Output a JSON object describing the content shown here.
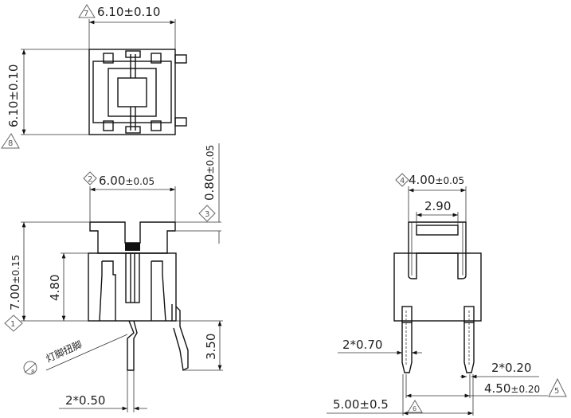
{
  "top_view": {
    "width_dim": "6.10±0.10",
    "width_marker": "7",
    "height_dim": "6.10±0.10",
    "height_marker": "8"
  },
  "side_view": {
    "width_dim_main": "6.00",
    "width_dim_tol": "±0.05",
    "width_marker": "2",
    "cap_dim_main": "0.80",
    "cap_dim_tol": "±0.05",
    "cap_marker": "3",
    "height_dim_main": "7.00",
    "height_dim_tol": "±0.15",
    "height_marker": "1",
    "body_height_dim": "4.80",
    "lead_length_dim": "3.50",
    "lead_width_dim": "2*0.50",
    "note": "灯脚扭脚",
    "note_marker": "8"
  },
  "front_view": {
    "width_dim_main": "4.00",
    "width_dim_tol": "±0.05",
    "width_marker": "4",
    "inner_width_dim": "2.90",
    "lead_width_dim": "2*0.70",
    "lead_thickness_dim": "2*0.20",
    "pitch_dim_main": "4.50",
    "pitch_dim_tol": "±0.20",
    "pitch_marker": "5",
    "span_dim": "5.00±0.5",
    "span_marker": "6"
  }
}
